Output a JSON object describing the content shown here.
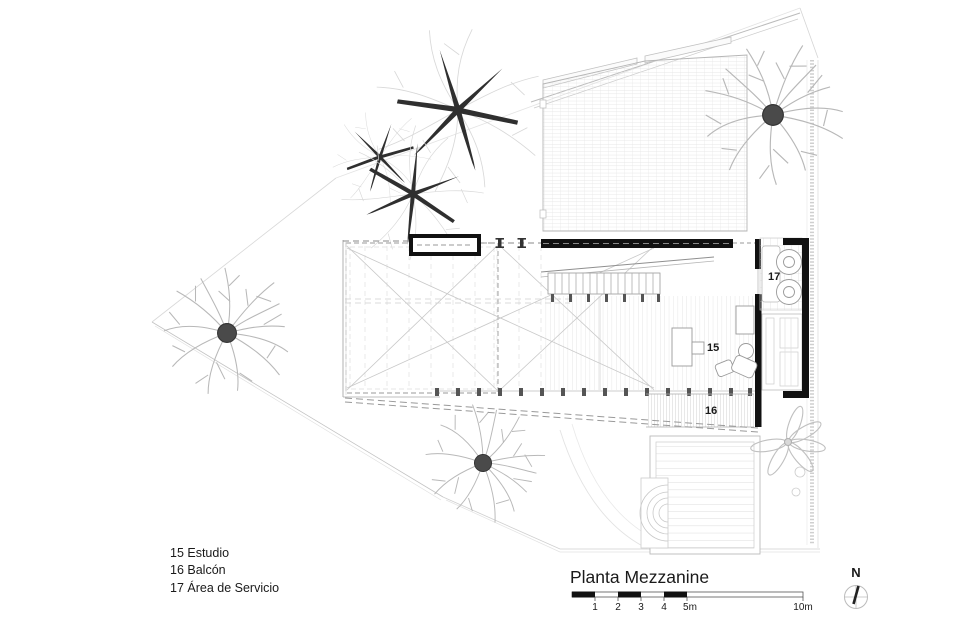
{
  "drawing": {
    "title": "Planta Mezzanine",
    "legend": {
      "items": [
        "15 Estudio",
        "16 Balcón",
        "17 Área de Servicio"
      ]
    },
    "room_labels": {
      "estudio": "15",
      "balcon": "16",
      "servicio": "17"
    },
    "scale_bar": {
      "ticks": [
        "1",
        "2",
        "3",
        "4",
        "5m",
        "10m"
      ]
    },
    "north_label": "N",
    "colors": {
      "background": "#ffffff",
      "line_light": "#cccccc",
      "line_medium": "#999999",
      "wall_dark": "#111111",
      "tree_center": "#4a4a4a",
      "text": "#1a1a1a"
    }
  }
}
